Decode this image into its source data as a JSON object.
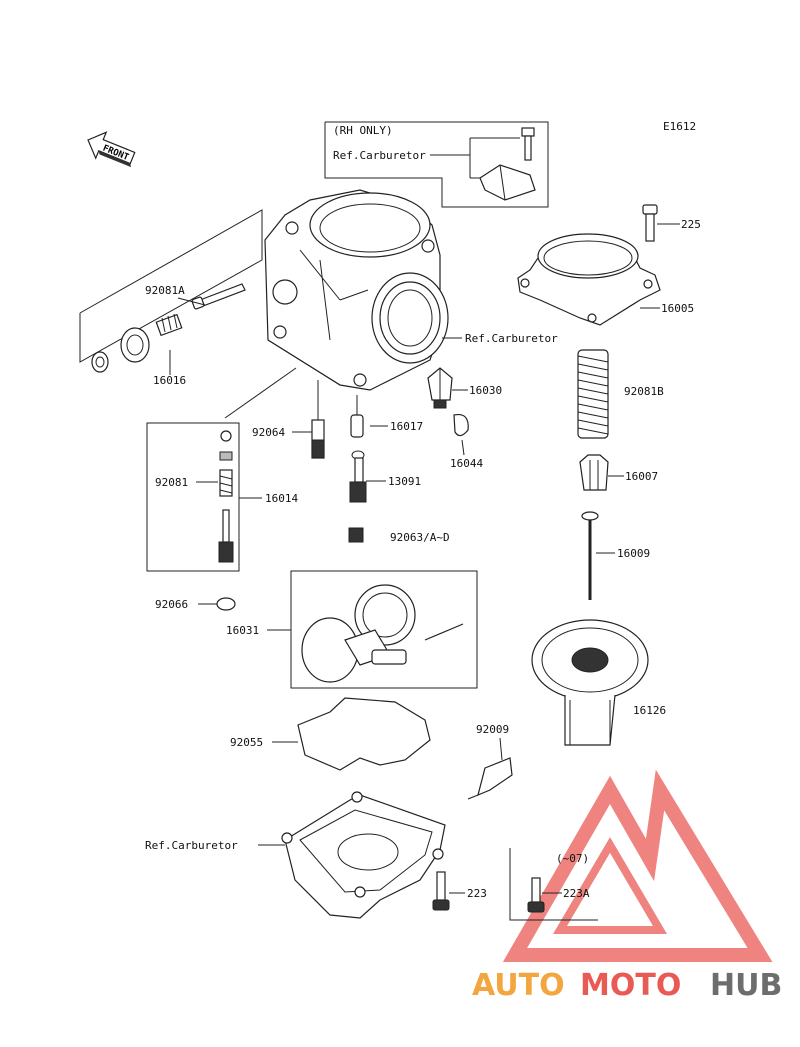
{
  "diagram_code": "E1612",
  "front_label": "FRONT",
  "rh_box": {
    "line1": "(RH ONLY)",
    "line2": "Ref.Carburetor"
  },
  "ref_carb_1": "Ref.Carburetor",
  "ref_carb_2": "Ref.Carburetor",
  "labels": {
    "p225": "225",
    "p16005": "16005",
    "p92081A": "92081A",
    "p16016": "16016",
    "p16030": "16030",
    "p92081B": "92081B",
    "p92064": "92064",
    "p16017": "16017",
    "p16044": "16044",
    "p92081": "92081",
    "p16014": "16014",
    "p13091": "13091",
    "p16007": "16007",
    "p92063": "92063/A~D",
    "p16009": "16009",
    "p92066": "92066",
    "p16031": "16031",
    "p16126": "16126",
    "p92055": "92055",
    "p92009": "92009",
    "p223": "223",
    "p223A": "223A",
    "p07": "(~07)"
  },
  "watermark": {
    "auto": "AUTO",
    "moto": "MOTO",
    "hub": "HUB",
    "colors": {
      "auto": "#f3a640",
      "moto": "#ea5a55",
      "hub": "#6d6d6d",
      "triangle": "#ea5a55"
    }
  }
}
